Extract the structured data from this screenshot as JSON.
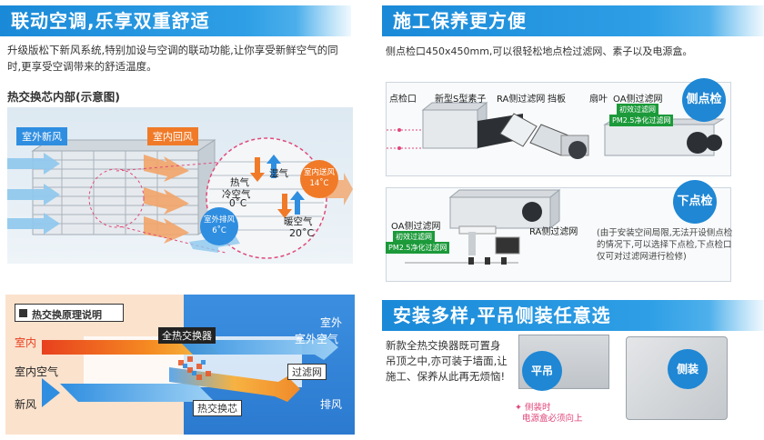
{
  "left_top": {
    "banner": "联动空调,乐享双重舒适",
    "desc": "升级版松下新风系统,特别加设与空调的联动功能,让你享受新鲜空气的同时,更享受空调带来的舒适温度。",
    "subtitle": "热交换芯内部(示意图)",
    "tag_outdoor_fresh": "室外新风",
    "tag_indoor_return": "室内回风",
    "humidity": "湿气",
    "heat": "热气",
    "cold_air": "冷空气",
    "cold_temp": "0˚C",
    "warm_air": "暖空气",
    "warm_temp": "20˚C",
    "indoor_supply": "室内送风",
    "indoor_supply_temp": "14˚C",
    "outdoor_exhaust": "室外排风",
    "outdoor_exhaust_temp": "6˚C"
  },
  "right_top": {
    "banner": "施工保养更方便",
    "desc": "侧点检口450x450mm,可以很轻松地点检过滤网、素子以及电源盒。",
    "side_check": "侧点检",
    "bottom_check": "下点检",
    "labels": {
      "inspection_port": "点检口",
      "s_element": "新型S型素子",
      "ra_filter": "RA侧过滤网",
      "baffle": "挡板",
      "fan": "扇叶",
      "oa_filter": "OA侧过滤网",
      "primary_filter": "初效过滤网",
      "pm25_filter": "PM2.5净化过滤网",
      "oa_filter2": "OA侧过滤网",
      "primary_filter2": "初效过滤网",
      "pm25_filter2": "PM2.5净化过滤网",
      "ra_filter2": "RA侧过滤网"
    },
    "note": "(由于安装空间局限,无法开设侧点检的情况下,可以选择下点检,下点检口仅可对过滤网进行检修)"
  },
  "left_bottom": {
    "title": "热交换原理说明",
    "indoor": "室内",
    "indoor_air": "室内空气",
    "fresh_air": "新风",
    "outdoor": "室外",
    "outdoor_air": "室外空气",
    "exhaust": "排风",
    "exchanger": "全热交换器",
    "filter": "过滤网",
    "core": "热交换芯"
  },
  "right_bottom": {
    "banner": "安装多样,平吊侧装任意选",
    "desc": "新款全热交换器既可置身吊顶之中,亦可装于墙面,让施工、保养从此再无烦恼!",
    "ceiling": "平吊",
    "side": "侧装",
    "note1": "✦ 侧装时",
    "note2": "电源盒必须向上"
  },
  "colors": {
    "banner_blue": "#1a8ad8",
    "badge_blue": "#1f87d4",
    "warm_orange": "#f07a28",
    "cool_blue": "#2f8ee0",
    "pm_green": "#1c9a3a",
    "note_pink": "#e0457a"
  }
}
